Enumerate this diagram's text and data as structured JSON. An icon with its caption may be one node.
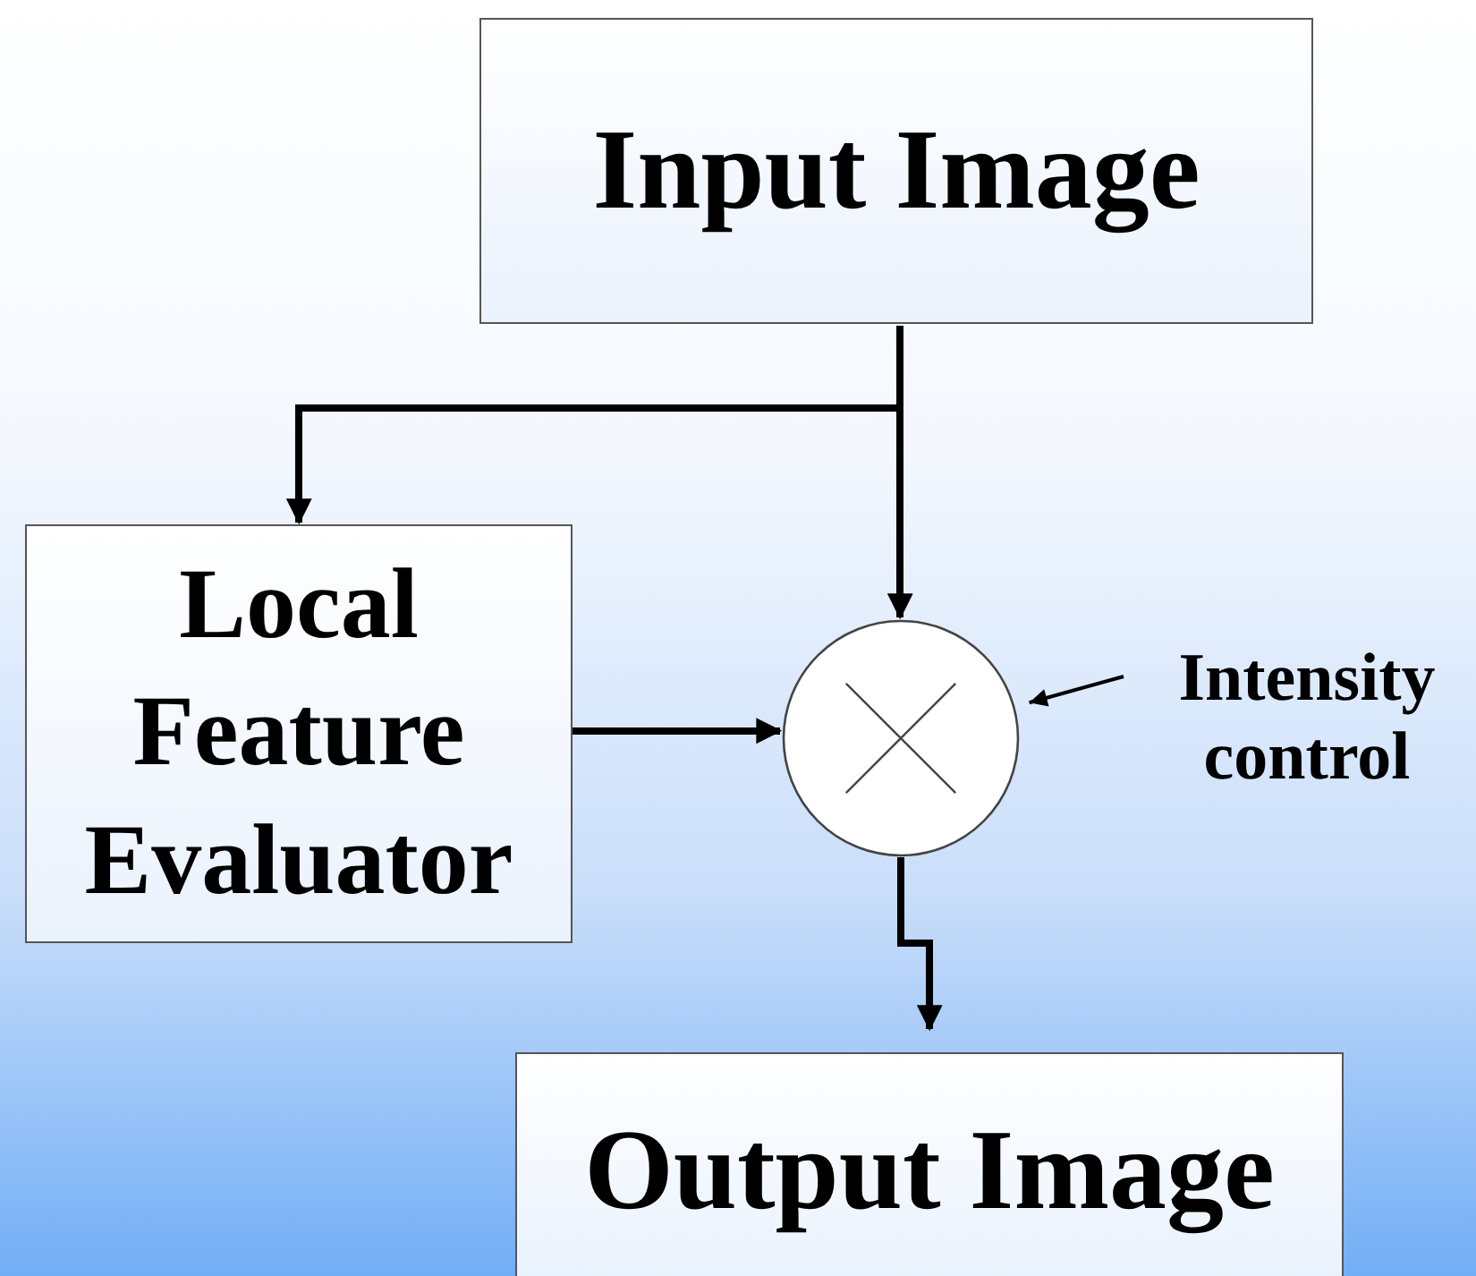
{
  "diagram": {
    "nodes": [
      {
        "text": [
          "Input Image"
        ]
      },
      {
        "text": [
          "Local Feature Evaluator"
        ]
      },
      {
        "text": [],
        "shape": "circle"
      },
      {
        "text": [
          "Output Image"
        ]
      },
      {
        "text": [
          "Intensity control"
        ]
      }
    ],
    "edges": [
      {
        "from": 0,
        "to": 1,
        "arrow": "to"
      },
      {
        "from": 0,
        "to": 2,
        "arrow": "to"
      },
      {
        "from": 1,
        "to": 2,
        "arrow": "to"
      },
      {
        "from": 2,
        "to": 3,
        "arrow": "to"
      },
      {
        "from": 4,
        "to": 2,
        "arrow": "to"
      }
    ]
  }
}
